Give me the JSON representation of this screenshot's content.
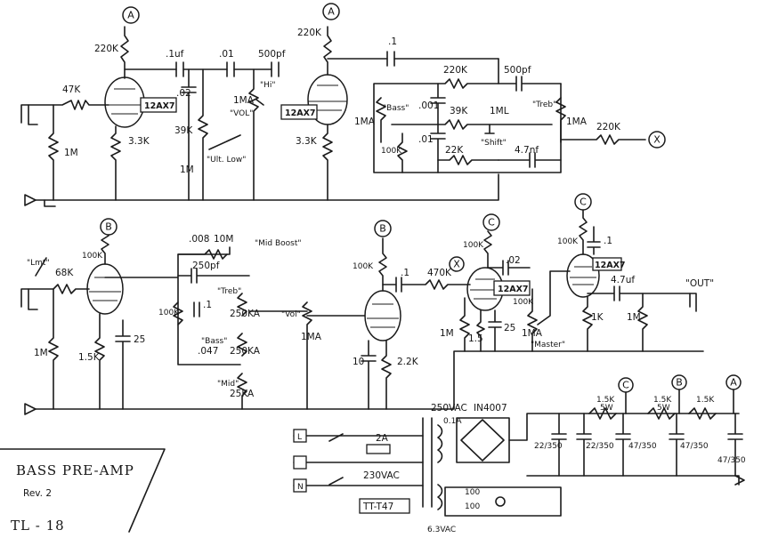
{
  "title_block": {
    "title": "BASS PRE-AMP",
    "revision": "Rev. 2",
    "drawing_number": "TL - 18"
  },
  "nodes": {
    "a": "A",
    "b": "B",
    "c": "C",
    "x": "X"
  },
  "stage1": {
    "tube": "12AX7",
    "r_input": "47K",
    "r_grid": "1M",
    "r_plate": "220K",
    "r_cathode": "3.3K",
    "cap_coupling": ".1uf",
    "cap_01": ".01",
    "cap_02": ".02",
    "cap_500p": "500pf",
    "r_39k": "39K",
    "r_1m": "1M",
    "vol_pot": "1MA",
    "vol_label": "\"VOL\"",
    "hi_label": "\"Hi\"",
    "switch_label": "\"Ult. Low\""
  },
  "stage2": {
    "tube": "12AX7",
    "r_plate": "220K",
    "r_cathode": "3.3K",
    "cap_out": ".1"
  },
  "tone_stack": {
    "r_top": "220K",
    "cap_top": "500pf",
    "bass_pot": "1MA",
    "bass_label": "\"Bass\"",
    "cap_001": ".001",
    "r_39k": "39K",
    "shift_pot": "1ML",
    "shift_label": "\"Shift\"",
    "treb_label": "\"Treb\"",
    "treb_pot": "1MA",
    "r_100k": "100K",
    "cap_01": ".01",
    "r_22k": "22K",
    "cap_47n": "4.7nf",
    "r_out": "220K"
  },
  "lower_section": {
    "lim_label": "\"Lmt\"",
    "r_68k": "68K",
    "r_grid": "1M",
    "r_plate": "100K",
    "r_cathode": "1.5K",
    "cap_cathode": "25",
    "cap_008": ".008",
    "r_10m": "10M",
    "mid_boost_label": "\"Mid Boost\"",
    "cap_250p": "250pf",
    "cap_1": ".1",
    "treb_label": "\"Treb\"",
    "treb_pot": "250KA",
    "r_100k": "100K",
    "bass_label": "\"Bass\"",
    "bass_pot": "250KA",
    "cap_047": ".047",
    "mid_label": "\"Mid\"",
    "mid_pot": "25KA",
    "vol_label": "\"Vol\"",
    "vol_pot": "1MA",
    "stage3_r_plate": "100K",
    "stage3_r_cathode": "2.2K",
    "stage3_cap": "10",
    "cap_1b": ".1",
    "r_470k": "470K",
    "stage4_tube": "12AX7",
    "stage4_r_plate": "100K",
    "cap_02": ".02",
    "stage4_r_grid": "1M",
    "stage4_r_cathode": "1.5",
    "stage4_cap": "25",
    "master_pot": "1MA",
    "master_label": "\"Master\"",
    "r_100k_b": "100K",
    "stage5_tube": "12AX7",
    "stage5_r_plate": "100K",
    "stage5_cap_top": ".1",
    "cap_out": "4.7uf",
    "out_label": "\"OUT\"",
    "r_1k": "1K",
    "r_1m_out": "1M"
  },
  "power_supply": {
    "transformer": "TT-T47",
    "secondary_hv": "250VAC",
    "diodes": "IN4007",
    "fuse_small": "0.1A",
    "fuse_main": "2A",
    "mains": "230VAC",
    "line_l": "L",
    "line_n": "N",
    "r_15k_1": "1.5K",
    "r_15k_1_w": "5W",
    "r_15k_2": "1.5K",
    "r_15k_2_w": "5W",
    "r_15k_3": "1.5K",
    "cap_1": "22/350",
    "cap_2": "22/350",
    "cap_3": "47/350",
    "cap_4": "47/350",
    "cap_5": "47/350",
    "heater": "6.3VAC",
    "r_heater_1": "100",
    "r_heater_2": "100"
  }
}
